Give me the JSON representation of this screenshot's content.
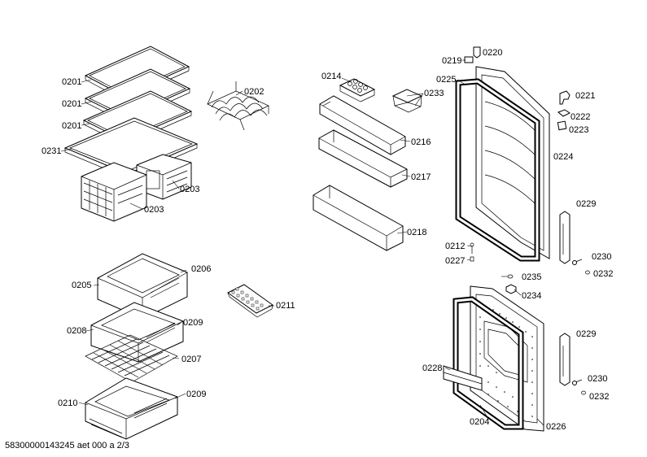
{
  "footer": "58300000143245 aet 000 a 2/3",
  "labels": {
    "p0201a": "0201",
    "p0201b": "0201",
    "p0201c": "0201",
    "p0231": "0231",
    "p0202": "0202",
    "p0203a": "0203",
    "p0203b": "0203",
    "p0214": "0214",
    "p0233": "0233",
    "p0216": "0216",
    "p0217": "0217",
    "p0218": "0218",
    "p0219": "0219",
    "p0220": "0220",
    "p0225": "0225",
    "p0221": "0221",
    "p0222": "0222",
    "p0223": "0223",
    "p0224": "0224",
    "p0229a": "0229",
    "p0212": "0212",
    "p0227": "0227",
    "p0230a": "0230",
    "p0232a": "0232",
    "p0206": "0206",
    "p0205": "0205",
    "p0211": "0211",
    "p0208": "0208",
    "p0209a": "0209",
    "p0207": "0207",
    "p0210": "0210",
    "p0209b": "0209",
    "p0235": "0235",
    "p0234": "0234",
    "p0229b": "0229",
    "p0228": "0228",
    "p0230b": "0230",
    "p0232b": "0232",
    "p0204": "0204",
    "p0226": "0226"
  }
}
